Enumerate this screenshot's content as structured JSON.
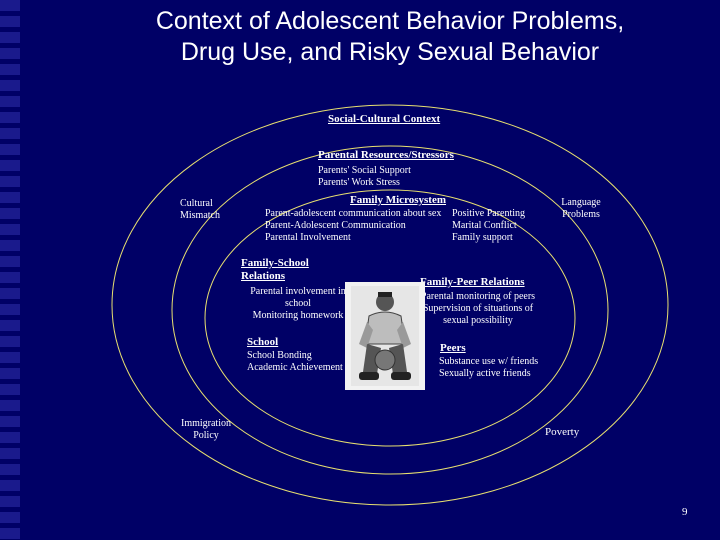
{
  "slide": {
    "title_line1": "Context of Adolescent Behavior Problems,",
    "title_line2": "Drug Use, and Risky Sexual Behavior",
    "page_number": "9"
  },
  "outer": {
    "heading": "Social-Cultural Context",
    "cultural_mismatch": [
      "Cultural",
      "Mismatch"
    ],
    "language_problems": [
      "Language",
      "Problems"
    ],
    "immigration_policy": [
      "Immigration",
      "Policy"
    ],
    "poverty": "Poverty"
  },
  "parental": {
    "heading": "Parental Resources/Stressors",
    "items": [
      "Parents' Social Support",
      "Parents' Work Stress"
    ]
  },
  "family": {
    "heading": "Family Microsystem",
    "left_items": [
      "Parent-adolescent communication about sex",
      "Parent-Adolescent Communication",
      "Parental Involvement"
    ],
    "right_items": [
      "Positive Parenting",
      "Marital Conflict",
      "Family support"
    ]
  },
  "family_school": {
    "heading_line1": "Family-School",
    "heading_line2": "Relations",
    "items": [
      "Parental involvement in",
      "school",
      "Monitoring homework"
    ]
  },
  "family_peer": {
    "heading": "Family-Peer Relations",
    "items": [
      "Parental monitoring of peers",
      "Supervision of situations of",
      "sexual possibility"
    ]
  },
  "school": {
    "heading": "School",
    "items": [
      "School Bonding",
      "Academic Achievement"
    ]
  },
  "peers": {
    "heading": "Peers",
    "items": [
      "Substance use w/ friends",
      "Sexually active friends"
    ]
  },
  "colors": {
    "background": "#000066",
    "ring": "#e8e070",
    "text": "#ffffff"
  },
  "icons": [
    "adolescent-photo"
  ]
}
